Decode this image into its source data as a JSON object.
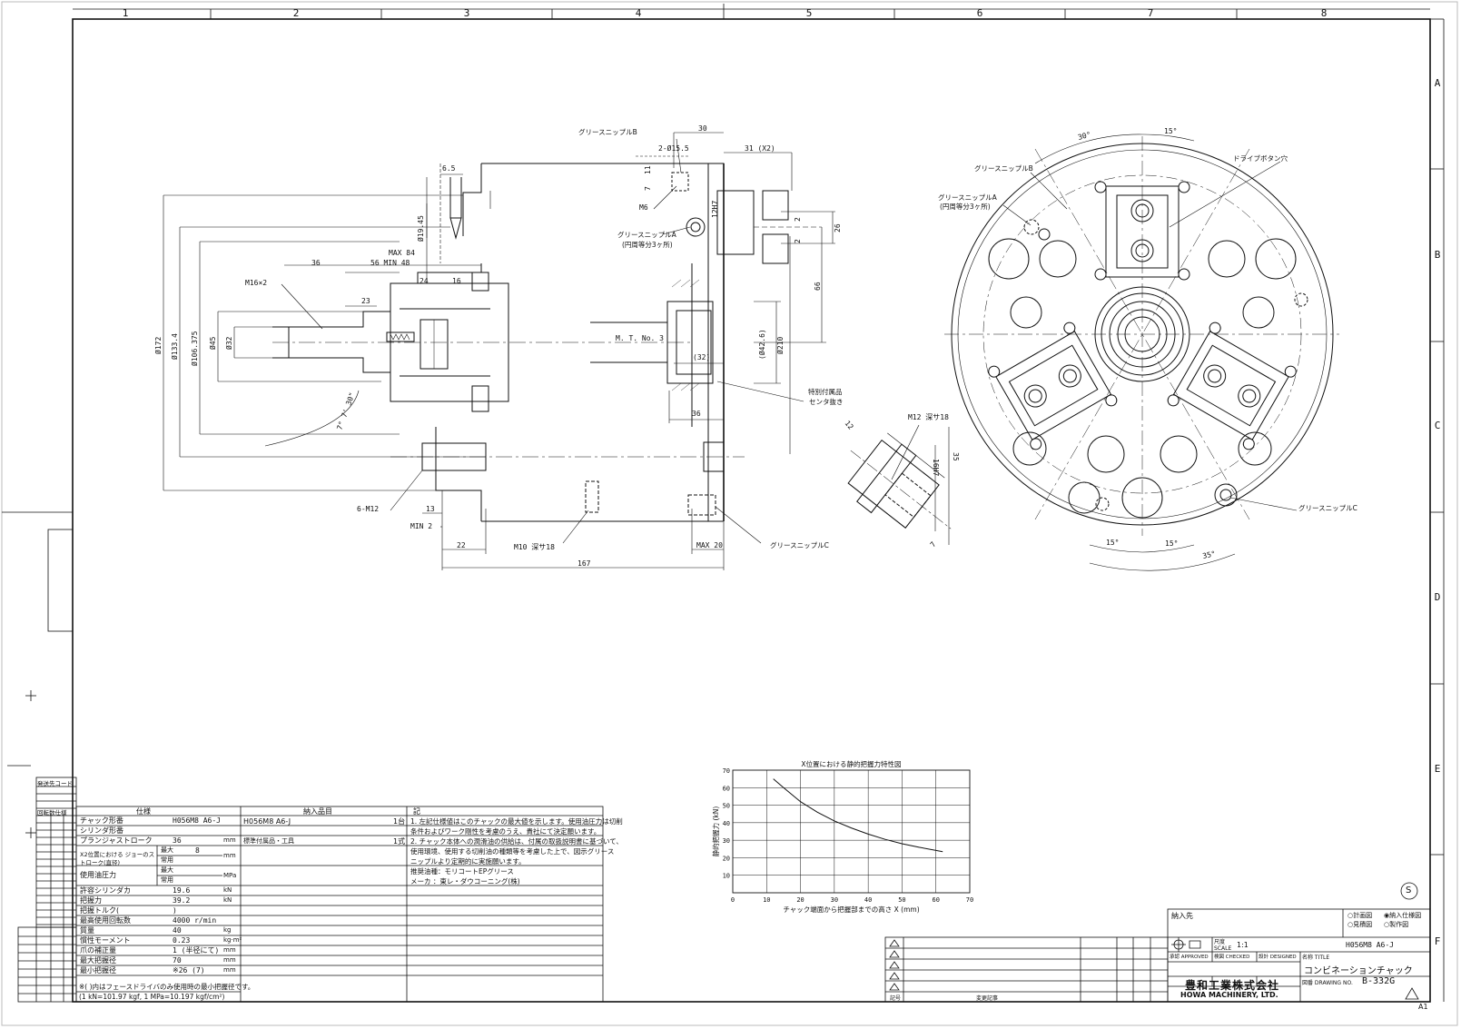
{
  "border": {
    "columns": [
      "1",
      "2",
      "3",
      "4",
      "5",
      "6",
      "7",
      "8"
    ],
    "rows": [
      "A",
      "B",
      "C",
      "D",
      "E",
      "F"
    ]
  },
  "side_view": {
    "dims": {
      "d6_5": "6.5",
      "d19_45": "Ø19.45",
      "max84": "MAX 84",
      "stroke56": "56 MIN 48",
      "d36top": "36",
      "d24": "24",
      "d16": "16",
      "m16": "M16×2",
      "d23": "23",
      "d172": "Ø172",
      "d133": "Ø133.4",
      "d106": "Ø106.375",
      "d45": "Ø45",
      "d32": "Ø32",
      "angle": "7° 7' 30\"",
      "m12x6": "6-M12",
      "d13": "13",
      "min2": "MIN 2",
      "d22": "22",
      "m10": "M10 深サ18",
      "max20": "MAX 20",
      "d167": "167",
      "d30": "30",
      "d31": "31 (X2)",
      "d15_5": "2-Ø15.5",
      "d7": "7",
      "d11": "11",
      "m6": "M6",
      "h7": "12H7",
      "d2a": "2",
      "d2b": "2",
      "d26": "26",
      "d66": "66",
      "mt3": "M. T. No. 3",
      "d32p": "(32)",
      "d42": "(Ø42.6)",
      "d210": "Ø210",
      "d36bot": "36",
      "greaseB": "グリースニップルB",
      "greaseA": "グリースニップルA",
      "greaseA_sub": "(円周等分3ヶ所)",
      "greaseC": "グリースニップルC",
      "special": "特別付属品",
      "special_sub": "センタ抜き"
    }
  },
  "detail_view": {
    "m12": "M12 深サ18",
    "d12": "12",
    "d35": "35",
    "d16": "16H7",
    "d7": "7"
  },
  "front_view": {
    "a30": "30°",
    "a15top": "15°",
    "greaseB": "グリースニップルB",
    "drive": "ドライブボタン穴",
    "greaseA": "グリースニップルA",
    "greaseA_sub": "(円周等分3ヶ所)",
    "greaseC": "グリースニップルC",
    "a15l": "15°",
    "a15r": "15°",
    "a35": "35°"
  },
  "chart_data": {
    "type": "line",
    "title": "X位置における静的把握力特性図",
    "xlabel": "チャック端面から把握部までの高さ X (mm)",
    "ylabel": "静的把握力 (kN)",
    "xlim": [
      0,
      70
    ],
    "ylim": [
      0,
      70
    ],
    "xticks": [
      "0",
      "10",
      "20",
      "30",
      "40",
      "50",
      "60",
      "70"
    ],
    "yticks": [
      "10",
      "20",
      "30",
      "40",
      "50",
      "60",
      "70"
    ],
    "grid": true,
    "x": [
      12,
      15,
      20,
      25,
      30,
      35,
      40,
      45,
      50,
      55,
      62
    ],
    "y": [
      65,
      60,
      52,
      46,
      41,
      37,
      33.5,
      30.5,
      28,
      26,
      23.5
    ]
  },
  "spec_table": {
    "headers": [
      "仕様",
      "納入品目",
      "記"
    ],
    "rows": [
      {
        "label": "チャック形番",
        "value": "H056M8 A6-J",
        "unit": ""
      },
      {
        "label": "シリンダ形番",
        "value": "",
        "unit": ""
      },
      {
        "label": "プランジャストローク",
        "value": "36",
        "unit": "mm"
      },
      {
        "label": "X2位置における ジョーのストローク(直径)",
        "value": "8",
        "unit": "mm",
        "sub": [
          "最大",
          "常用"
        ]
      },
      {
        "label": "使用油圧力",
        "value": "",
        "unit": "MPa",
        "sub": [
          "最大",
          "常用"
        ]
      },
      {
        "label": "許容シリンダカ",
        "value": "19.6",
        "unit": "kN"
      },
      {
        "label": "把握力",
        "value": "39.2",
        "unit": "kN"
      },
      {
        "label": "把握トルク(",
        "value": ")",
        "unit": ""
      },
      {
        "label": "最高使用回転数",
        "value": "4000 r/min",
        "unit": ""
      },
      {
        "label": "質量",
        "value": "40",
        "unit": "kg"
      },
      {
        "label": "慣性モーメント",
        "value": "0.23",
        "unit": "kg·m²"
      },
      {
        "label": "爪の補正量",
        "value": "1 (半径にて)",
        "unit": "mm"
      },
      {
        "label": "最大把握径",
        "value": "70",
        "unit": "mm"
      },
      {
        "label": "最小把握径",
        "value": "※26 (7)",
        "unit": "mm"
      }
    ],
    "footnote1": "※( )内はフェースドライバのみ使用時の最小把握径です。",
    "footnote2": "(1 kN=101.97 kgf, 1 MPa=10.197 kgf/cm²)",
    "delivery": [
      {
        "item": "H056M8 A6-J",
        "qty": "1台"
      },
      {
        "item": "標準付属品・工具",
        "qty": "1式"
      }
    ],
    "notes": [
      "1. 左記仕様値はこのチャックの最大値を示します。使用油圧力は切削",
      "   条件およびワーク剛性を考慮のうえ、貴社にて決定願います。",
      "2. チャック本体への潤滑油の供給は、付属の取扱説明書に基づいて、",
      "   使用環境、使用する切削油の種類等を考慮した上で、図示グリース",
      "   ニップルより定期的に実施願います。",
      "   推奨油種：モリコートEPグリース",
      "   メーカ  ：東レ・ダウコーニング(株)"
    ]
  },
  "left_small_table": {
    "title1": "発送先コード",
    "title2": "回転数仕様"
  },
  "title_block": {
    "delivery_to": "納入先",
    "checks": [
      "○計画図",
      "◉納入仕様図",
      "○見積図",
      "○製作図"
    ],
    "scale_label": "尺度 SCALE",
    "scale": "1:1",
    "model": "H056M8 A6-J",
    "title_label": "名称 TITLE",
    "title": "コンビネーションチャック",
    "drawing_label": "図番 DRAWING NO.",
    "drawing_no": "B-332G",
    "company_jp": "豊和工業株式会社",
    "company_en": "HOWA MACHINERY, LTD.",
    "approved": "承認 APPROVED",
    "checked": "検図 CHECKED",
    "designed": "設計 DESIGNED",
    "rev_label": "記号",
    "rev_content": "変更記事",
    "sheet": "A1",
    "s_mark": "S"
  }
}
